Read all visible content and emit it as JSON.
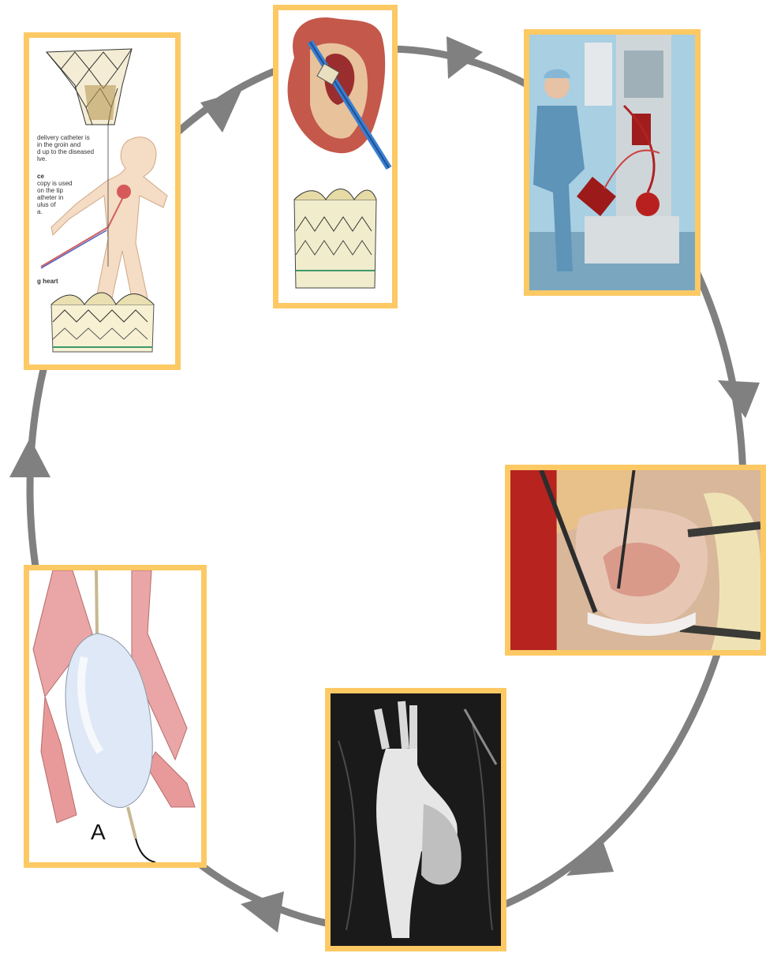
{
  "diagram": {
    "flow": "clockwise cycle",
    "colors": {
      "arrow": "#808080",
      "frame": "#fcc964"
    },
    "panels": [
      {
        "id": "stent-valve-diagram",
        "texts": [
          "delivery catheter is",
          "in the groin and",
          "d up to the diseased",
          "lve.",
          "ce",
          "copy is used",
          "on the tip",
          "atheter in",
          "ulus of",
          "a.",
          "g heart"
        ]
      },
      {
        "id": "heart-catheter-valve"
      },
      {
        "id": "heart-lung-machine-photo"
      },
      {
        "id": "open-surgery-photo"
      },
      {
        "id": "aorta-angiogram"
      },
      {
        "id": "balloon-catheter-illustration",
        "label": "A"
      }
    ]
  }
}
